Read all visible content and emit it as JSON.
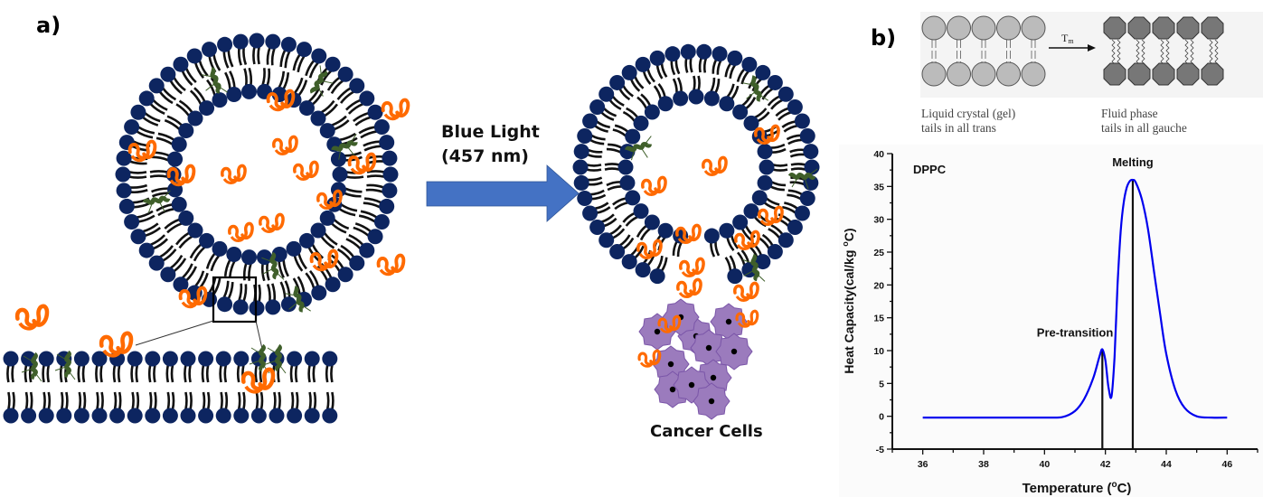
{
  "panel_a": {
    "label": "a)",
    "arrow_label_line1": "Blue Light",
    "arrow_label_line2": "(457 nm)",
    "cancer_cells_label": "Cancer Cells",
    "colors": {
      "lipid_head": "#0d2560",
      "lipid_tail": "#111111",
      "protein": "#ff6a00",
      "peptide": "#3f5f2a",
      "arrow": "#4472c4",
      "cancer_cell": "#9b7bbd",
      "cancer_cell_border": "#7a55a8"
    }
  },
  "panel_b": {
    "label": "b)",
    "phase_diagram": {
      "transition_label": "T",
      "transition_subscript": "m",
      "gel_caption_line1": "Liquid crystal (gel)",
      "gel_caption_line2": "tails in all trans",
      "fluid_caption_line1": "Fluid phase",
      "fluid_caption_line2": "tails in all gauche"
    }
  },
  "chart_data": {
    "type": "line",
    "title": "",
    "inset_label": "DPPC",
    "xlabel": "Temperature (°C)",
    "ylabel": "Heat Capacity(cal/kg °C)",
    "xlim": [
      35,
      47
    ],
    "ylim": [
      -5,
      40
    ],
    "x_ticks": [
      36,
      38,
      40,
      42,
      44,
      46
    ],
    "y_ticks": [
      -5,
      0,
      5,
      10,
      15,
      20,
      25,
      30,
      35,
      40
    ],
    "grid": false,
    "series": [
      {
        "name": "DPPC",
        "color": "#0000ee",
        "x": [
          36,
          38,
          40,
          40.6,
          41.0,
          41.3,
          41.6,
          41.8,
          41.9,
          42.0,
          42.1,
          42.2,
          42.3,
          42.4,
          42.5,
          42.6,
          42.7,
          42.8,
          42.9,
          43.0,
          43.2,
          43.4,
          43.6,
          43.8,
          44.0,
          44.3,
          44.6,
          45.0,
          45.5,
          46
        ],
        "y": [
          -0.2,
          -0.2,
          -0.2,
          -0.1,
          0.8,
          2.6,
          5.8,
          9.0,
          10.2,
          8.5,
          4.5,
          3.0,
          9.0,
          20.0,
          28.0,
          32.5,
          34.8,
          35.8,
          36.0,
          35.6,
          33.0,
          28.5,
          22.0,
          15.5,
          9.5,
          4.0,
          1.3,
          0.0,
          -0.2,
          -0.2
        ]
      }
    ],
    "annotations": [
      {
        "text": "Pre-transition",
        "x": 41.9,
        "y": 10.2
      },
      {
        "text": "Melting",
        "x": 42.9,
        "y": 36.0
      }
    ],
    "vertical_markers": [
      41.9,
      42.9
    ]
  }
}
